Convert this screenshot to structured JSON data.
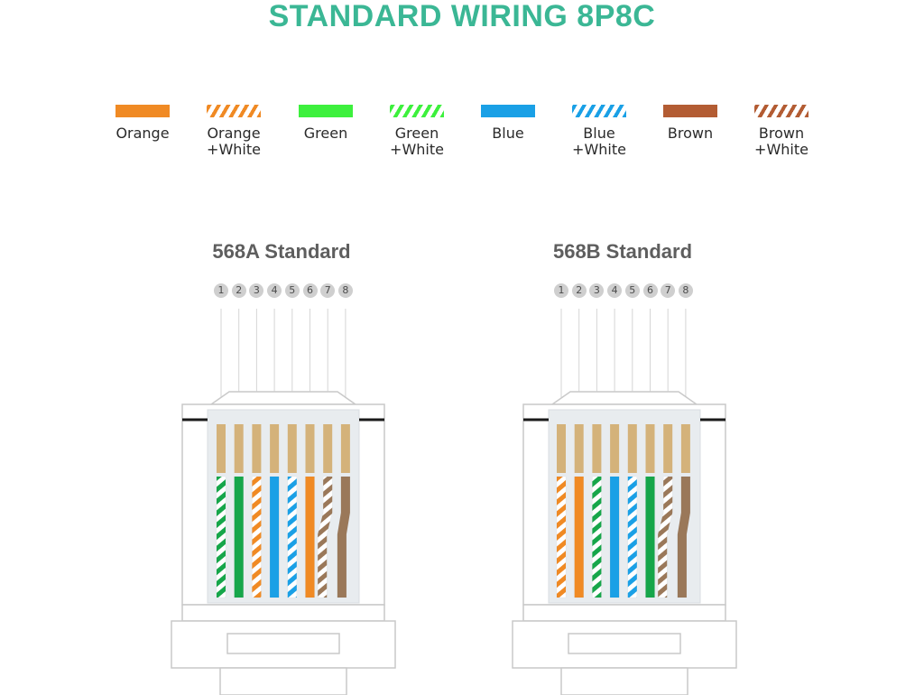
{
  "title": "STANDARD WIRING 8P8C",
  "colors": {
    "title": "#3bb795",
    "orange": "#f08a24",
    "green": "#16a64a",
    "legend_green": "#3df03d",
    "blue": "#1aa0e6",
    "brown": "#9a7859",
    "legend_brown": "#b35c33",
    "white": "#ffffff"
  },
  "legend": [
    {
      "label": "Orange",
      "color": "orange",
      "striped": false
    },
    {
      "label": "Orange\n+White",
      "color": "orange",
      "striped": true
    },
    {
      "label": "Green",
      "color": "legend_green",
      "striped": false
    },
    {
      "label": "Green\n+White",
      "color": "legend_green",
      "striped": true
    },
    {
      "label": "Blue",
      "color": "blue",
      "striped": false
    },
    {
      "label": "Blue\n+White",
      "color": "blue",
      "striped": true
    },
    {
      "label": "Brown",
      "color": "legend_brown",
      "striped": false
    },
    {
      "label": "Brown\n+White",
      "color": "legend_brown",
      "striped": true
    }
  ],
  "standards": [
    {
      "title": "568A Standard",
      "pins": [
        "1",
        "2",
        "3",
        "4",
        "5",
        "6",
        "7",
        "8"
      ],
      "wires": [
        {
          "color": "green",
          "striped": true
        },
        {
          "color": "green",
          "striped": false
        },
        {
          "color": "orange",
          "striped": true
        },
        {
          "color": "blue",
          "striped": false
        },
        {
          "color": "blue",
          "striped": true
        },
        {
          "color": "orange",
          "striped": false
        },
        {
          "color": "brown",
          "striped": true
        },
        {
          "color": "brown",
          "striped": false
        }
      ]
    },
    {
      "title": "568B Standard",
      "pins": [
        "1",
        "2",
        "3",
        "4",
        "5",
        "6",
        "7",
        "8"
      ],
      "wires": [
        {
          "color": "orange",
          "striped": true
        },
        {
          "color": "orange",
          "striped": false
        },
        {
          "color": "green",
          "striped": true
        },
        {
          "color": "blue",
          "striped": false
        },
        {
          "color": "blue",
          "striped": true
        },
        {
          "color": "green",
          "striped": false
        },
        {
          "color": "brown",
          "striped": true
        },
        {
          "color": "brown",
          "striped": false
        }
      ]
    }
  ]
}
